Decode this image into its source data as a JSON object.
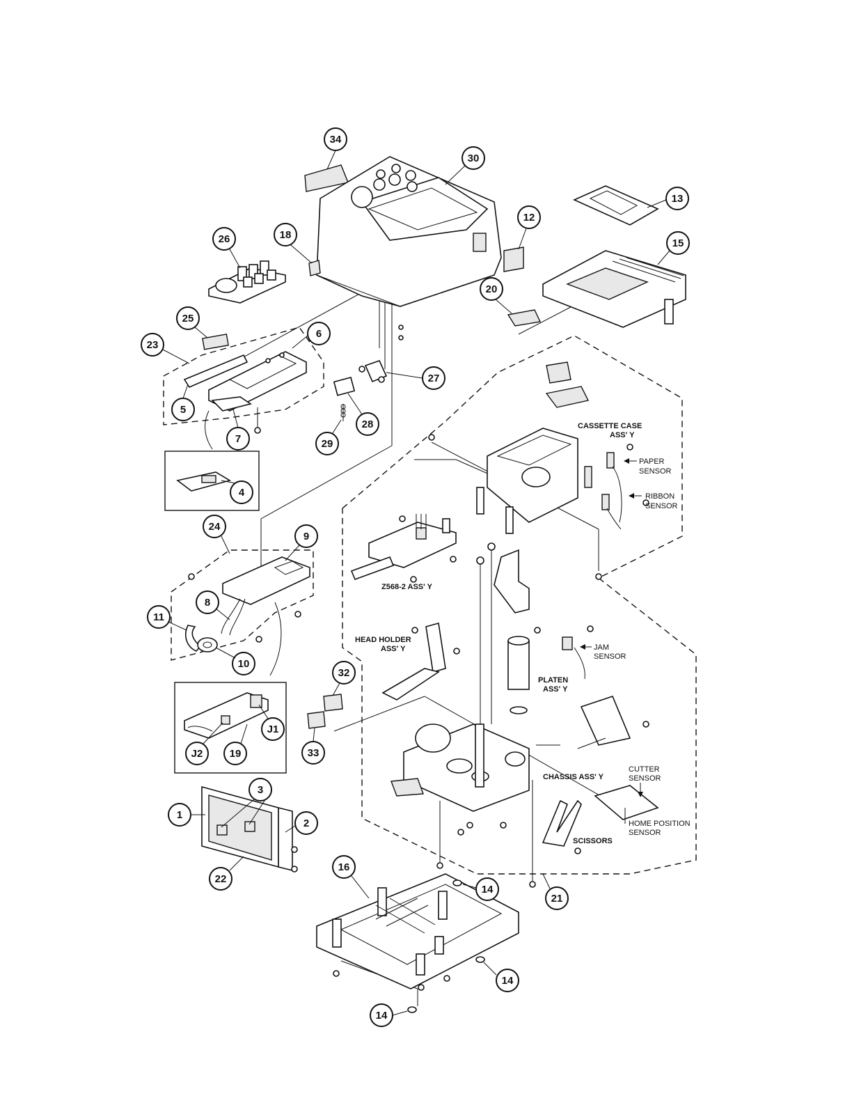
{
  "callouts": [
    {
      "id": "c34",
      "label": "34"
    },
    {
      "id": "c30",
      "label": "30"
    },
    {
      "id": "c13",
      "label": "13"
    },
    {
      "id": "c12",
      "label": "12"
    },
    {
      "id": "c15",
      "label": "15"
    },
    {
      "id": "c26",
      "label": "26"
    },
    {
      "id": "c18",
      "label": "18"
    },
    {
      "id": "c20",
      "label": "20"
    },
    {
      "id": "c25",
      "label": "25"
    },
    {
      "id": "c23",
      "label": "23"
    },
    {
      "id": "c6",
      "label": "6"
    },
    {
      "id": "c27",
      "label": "27"
    },
    {
      "id": "c5",
      "label": "5"
    },
    {
      "id": "c7",
      "label": "7"
    },
    {
      "id": "c28",
      "label": "28"
    },
    {
      "id": "c29",
      "label": "29"
    },
    {
      "id": "c4",
      "label": "4"
    },
    {
      "id": "c24",
      "label": "24"
    },
    {
      "id": "c9",
      "label": "9"
    },
    {
      "id": "c8",
      "label": "8"
    },
    {
      "id": "c11",
      "label": "11"
    },
    {
      "id": "c10",
      "label": "10"
    },
    {
      "id": "c32",
      "label": "32"
    },
    {
      "id": "c33",
      "label": "33"
    },
    {
      "id": "cJ1",
      "label": "J1"
    },
    {
      "id": "cJ2",
      "label": "J2"
    },
    {
      "id": "c19",
      "label": "19"
    },
    {
      "id": "c3",
      "label": "3"
    },
    {
      "id": "c1",
      "label": "1"
    },
    {
      "id": "c2",
      "label": "2"
    },
    {
      "id": "c22",
      "label": "22"
    },
    {
      "id": "c16",
      "label": "16"
    },
    {
      "id": "c14a",
      "label": "14"
    },
    {
      "id": "c14b",
      "label": "14"
    },
    {
      "id": "c14c",
      "label": "14"
    },
    {
      "id": "c21",
      "label": "21"
    }
  ],
  "labels": {
    "cassette_case_1": "CASSETTE CASE",
    "cassette_case_2": "ASS' Y",
    "paper_sensor_1": "PAPER",
    "paper_sensor_2": "SENSOR",
    "ribbon_sensor_1": "RIBBON",
    "ribbon_sensor_2": "SENSOR",
    "z568": "Z568-2 ASS' Y",
    "head_holder_1": "HEAD HOLDER",
    "head_holder_2": "ASS' Y",
    "jam_sensor_1": "JAM",
    "jam_sensor_2": "SENSOR",
    "platen_1": "PLATEN",
    "platen_2": "ASS' Y",
    "chassis": "CHASSIS ASS' Y",
    "cutter_sensor_1": "CUTTER",
    "cutter_sensor_2": "SENSOR",
    "home_position_1": "HOME POSITION",
    "home_position_2": "SENSOR",
    "scissors": "SCISSORS"
  }
}
